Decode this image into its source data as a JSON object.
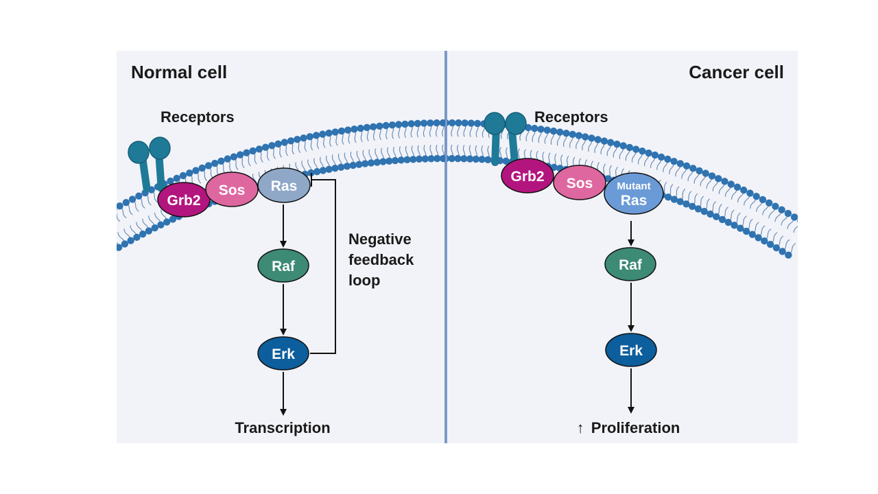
{
  "left_panel": {
    "title": "Normal cell",
    "receptors_label": "Receptors",
    "nodes": {
      "grb2": "Grb2",
      "sos": "Sos",
      "ras": "Ras",
      "raf": "Raf",
      "erk": "Erk"
    },
    "feedback_label": [
      "Negative",
      "feedback",
      "loop"
    ],
    "output_label": "Transcription"
  },
  "right_panel": {
    "title": "Cancer cell",
    "receptors_label": "Receptors",
    "nodes": {
      "grb2": "Grb2",
      "sos": "Sos",
      "ras_top": "Mutant",
      "ras_bottom": "Ras",
      "raf": "Raf",
      "erk": "Erk"
    },
    "output_label": "Proliferation",
    "output_prefix": "↑"
  },
  "colors": {
    "panel_bg": "#f2f3f8",
    "divider": "#7a99c8",
    "membrane_head": "#2f73b0",
    "receptor": "#1f7a98",
    "grb2": "#b3157f",
    "sos": "#de67a0",
    "ras": "#8fa8c8",
    "mutant_ras": "#6b9bd6",
    "raf": "#3d8a75",
    "erk": "#0c5e9c"
  }
}
